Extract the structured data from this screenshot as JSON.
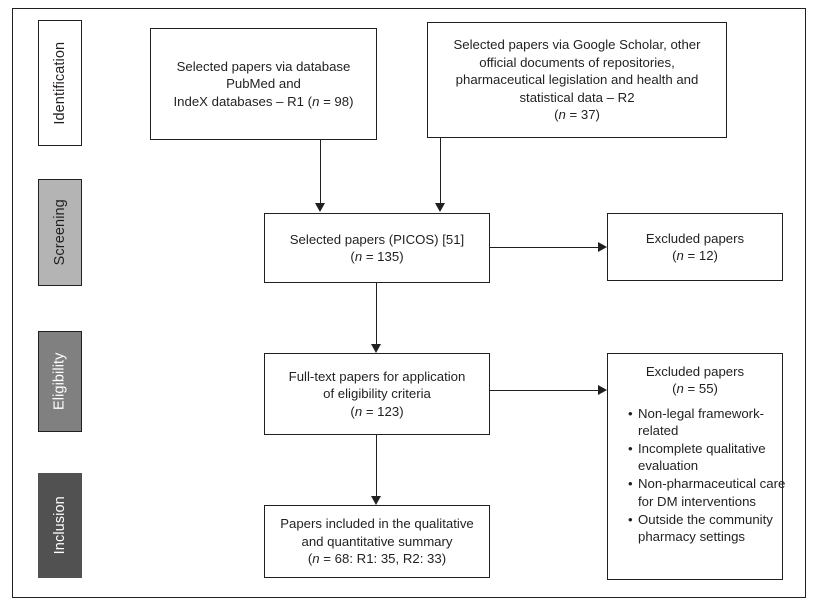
{
  "figure": {
    "type": "prisma-flow-diagram",
    "frame_color": "#231f20"
  },
  "stages": [
    {
      "key": "identification",
      "label": "Identification",
      "bg": "#ffffff",
      "text_color": "#231f20"
    },
    {
      "key": "screening",
      "label": "Screening",
      "bg": "#b4b4b4",
      "text_color": "#231f20"
    },
    {
      "key": "eligibility",
      "label": "Eligibility",
      "bg": "#808080",
      "text_color": "#ffffff"
    },
    {
      "key": "inclusion",
      "label": "Inclusion",
      "bg": "#515151",
      "text_color": "#ffffff"
    }
  ],
  "boxes": {
    "source_r1": {
      "lines": [
        "Selected papers via database",
        "PubMed and",
        "IndeX databases – R1 (n = 98)"
      ],
      "count": 98,
      "reviewer": "R1"
    },
    "source_r2": {
      "lines": [
        "Selected papers via Google Scholar, other",
        "official documents of repositories,",
        "pharmaceutical legislation and health and",
        "statistical data – R2",
        "(n = 37)"
      ],
      "count": 37,
      "reviewer": "R2"
    },
    "picos": {
      "lines": [
        "Selected papers (PICOS) [51]",
        "(n = 135)"
      ],
      "count": 135
    },
    "excluded_screening": {
      "lines": [
        "Excluded papers",
        "(n = 12)"
      ],
      "count": 12
    },
    "fulltext": {
      "lines": [
        "Full-text papers for application",
        "of eligibility criteria",
        "(n = 123)"
      ],
      "count": 123
    },
    "excluded_eligibility": {
      "header": [
        "Excluded papers",
        "(n = 55)"
      ],
      "count": 55,
      "reasons": [
        "Non-legal framework-related",
        "Incomplete qualitative evaluation",
        "Non-pharmaceutical care for DM interventions",
        "Outside the community pharmacy settings"
      ]
    },
    "included": {
      "lines": [
        "Papers included in the qualitative",
        "and quantitative summary",
        "(n = 68: R1: 35, R2: 33)"
      ],
      "count": 68,
      "r1": 35,
      "r2": 33
    }
  }
}
